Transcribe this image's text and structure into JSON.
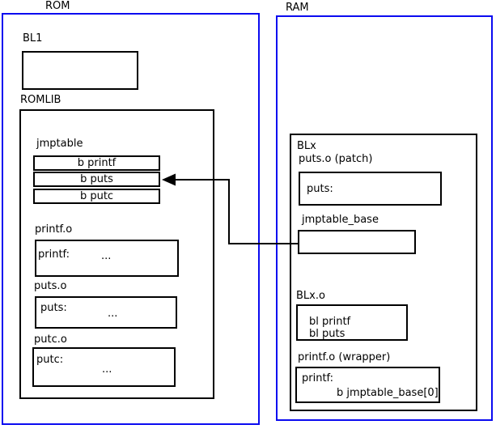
{
  "rom": {
    "label": "ROM",
    "bl1": {
      "label": "BL1"
    },
    "romlib": {
      "label": "ROMLIB",
      "jmptable": {
        "label": "jmptable",
        "rows": [
          "b printf",
          "b puts",
          "b putc"
        ]
      },
      "objects": [
        {
          "label": "printf.o",
          "symbol": "printf:",
          "ellipsis": "..."
        },
        {
          "label": "puts.o",
          "symbol": "puts:",
          "ellipsis": "..."
        },
        {
          "label": "putc.o",
          "symbol": "putc:",
          "ellipsis": "..."
        }
      ]
    }
  },
  "ram": {
    "label": "RAM",
    "blx": {
      "label": "BLx",
      "puts_patch": {
        "label": "puts.o (patch)",
        "symbol": "puts:"
      },
      "jmptable_base": {
        "label": "jmptable_base"
      },
      "blx_o": {
        "label": "BLx.o",
        "lines": [
          "bl printf",
          "bl puts"
        ]
      },
      "printf_wrapper": {
        "label": "printf.o (wrapper)",
        "symbol": "printf:",
        "branch": "b jmptable_base[0]"
      }
    }
  },
  "arrow": {
    "meaning": "jmptable_base points to jmptable row b puts"
  },
  "colors": {
    "frame_border": "#0b0bf0",
    "box_border": "#000000",
    "background": "#ffffff",
    "text": "#000000"
  }
}
